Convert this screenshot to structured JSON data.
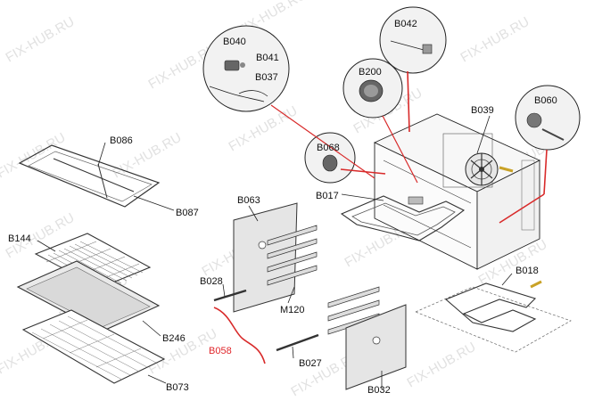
{
  "watermark": "FIX-HUB.RU",
  "colors": {
    "leader_line": "#222222",
    "highlight": "#e0262b",
    "bubble_fill": "#f2f2f2",
    "watermark": "#c9c9c9"
  },
  "labels": {
    "b040": "B040",
    "b041": "B041",
    "b037": "B037",
    "b042": "B042",
    "b200": "B200",
    "b039": "B039",
    "b060": "B060",
    "b086": "B086",
    "b087": "B087",
    "b068": "B068",
    "b063": "B063",
    "b017": "B017",
    "b144": "B144",
    "b028": "B028",
    "m120": "M120",
    "b018": "B018",
    "b246": "B246",
    "b058": "B058",
    "b027": "B027",
    "b073": "B073",
    "b032": "B032"
  }
}
